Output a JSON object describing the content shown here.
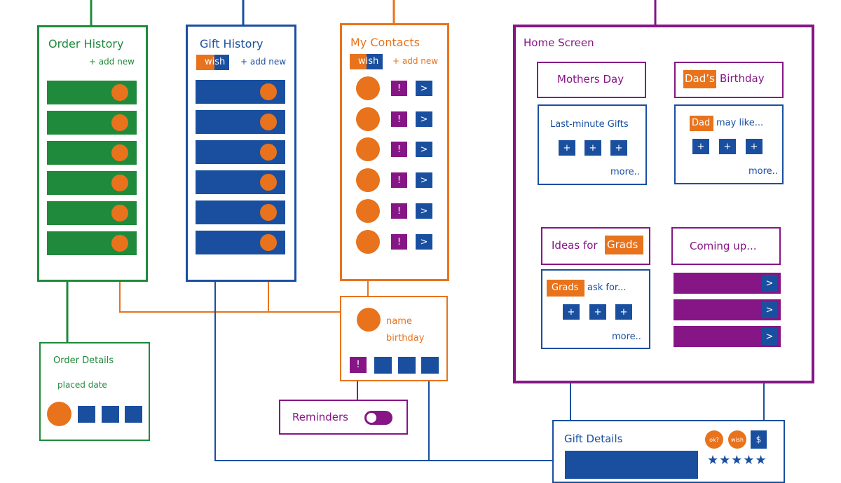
{
  "colors": {
    "green": "#1f8a3b",
    "blue": "#1a4fa0",
    "orange": "#e8731c",
    "purple": "#861686"
  },
  "order_history": {
    "title": "Order History",
    "add_new": "+ add new"
  },
  "gift_history": {
    "title": "Gift History",
    "wish": "wish",
    "add_new": "+ add new"
  },
  "my_contacts": {
    "title": "My Contacts",
    "wish": "wish",
    "add_new": "+ add new",
    "alert_glyph": "!",
    "arrow_glyph": ">"
  },
  "home_screen": {
    "title": "Home Screen",
    "mothers_day": "Mothers Day",
    "dads_birthday": {
      "tag": "Dad’s",
      "rest": "Birthday"
    },
    "last_minute": {
      "title": "Last-minute Gifts",
      "plus": "+",
      "more": "more.."
    },
    "dad_may_like": {
      "tag": "Dad",
      "rest": "may like...",
      "plus": "+",
      "more": "more.."
    },
    "ideas_grads": {
      "text": "Ideas for",
      "tag": "Grads"
    },
    "grads_ask": {
      "tag": "Grads",
      "rest": "ask for...",
      "plus": "+",
      "more": "more.."
    },
    "coming_up": {
      "title": "Coming up...",
      "arrow": ">"
    }
  },
  "contact_detail": {
    "name": "name",
    "birthday": "birthday",
    "alert": "!"
  },
  "order_details": {
    "title": "Order Details",
    "placed": "placed date"
  },
  "reminders": {
    "label": "Reminders"
  },
  "gift_details": {
    "title": "Gift Details",
    "ok": "ok?",
    "wish": "wish",
    "dollar": "$",
    "stars": "★★★★★"
  }
}
